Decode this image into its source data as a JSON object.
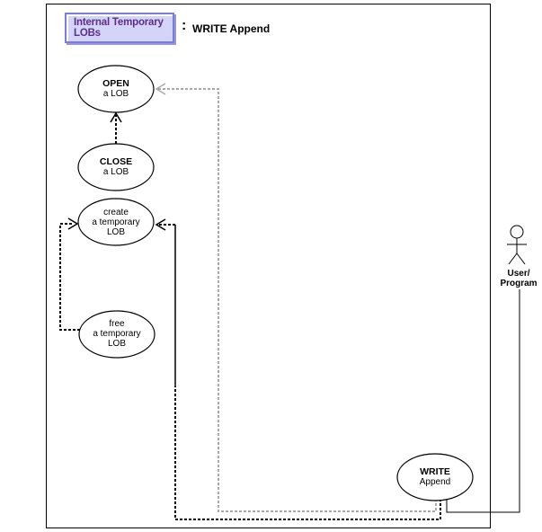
{
  "header": {
    "package_label_line1": "Internal Temporary",
    "package_label_line2": "LOBs",
    "separator": ":",
    "diagram_title": "WRITE Append"
  },
  "use_cases": {
    "open": {
      "title": "OPEN",
      "subtitle": "a LOB"
    },
    "close": {
      "title": "CLOSE",
      "subtitle": "a LOB"
    },
    "create": {
      "line1": "create",
      "line2": "a temporary",
      "line3": "LOB"
    },
    "free": {
      "line1": "free",
      "line2": "a temporary",
      "line3": "LOB"
    },
    "write": {
      "title": "WRITE",
      "subtitle": "Append"
    }
  },
  "actor": {
    "label_line1": "User/",
    "label_line2": "Program"
  },
  "colors": {
    "package_fill": "#d4d4f8",
    "package_border": "#7b7be0",
    "package_text": "#5b2f86",
    "gray_connector": "#a8a8a8",
    "line": "#000000"
  }
}
